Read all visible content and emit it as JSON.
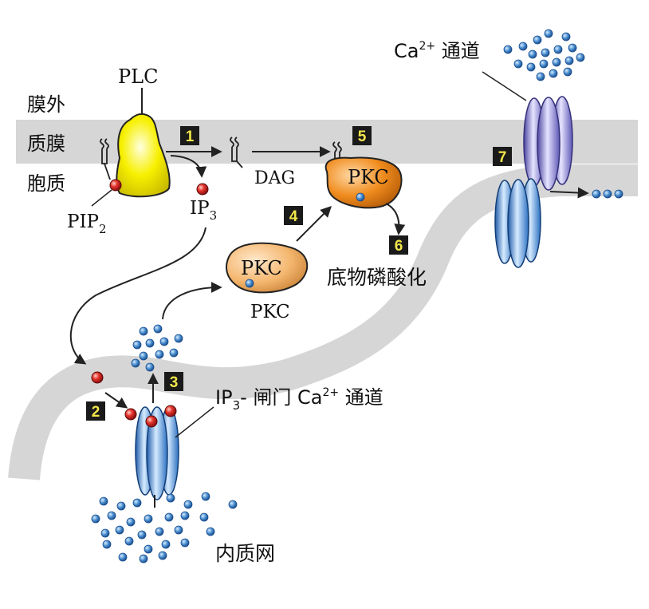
{
  "labels": {
    "plc": "PLC",
    "outside": "膜外",
    "membrane": "质膜",
    "cytoplasm": "胞质",
    "pip2_main": "PIP",
    "pip2_sub": "2",
    "ip3_main": "IP",
    "ip3_sub": "3",
    "dag": "DAG",
    "pkc_active": "PKC",
    "pkc_inactive": "PKC",
    "pkc_caption": "PKC",
    "phosphorylation": "底物磷酸化",
    "ip3_channel_main": "IP",
    "ip3_channel_sub": "3",
    "ip3_channel_rest": "- 闸门 Ca",
    "ip3_channel_sup": "2+",
    "ip3_channel_tail": " 通道",
    "ca_channel_main": "Ca",
    "ca_channel_sup": "2+",
    "ca_channel_tail": " 通道",
    "er": "内质网"
  },
  "steps": [
    "1",
    "2",
    "3",
    "4",
    "5",
    "6",
    "7"
  ],
  "colors": {
    "membrane": "#d6d6d6",
    "plc_fill": "#f7f000",
    "pkc_active": "#f08c1e",
    "pkc_inactive": "#f4b66e",
    "ip3_red": "#d9231f",
    "calcium": "#4a8fd0",
    "channel_blue": "#3d86d4",
    "channel_purple": "#7e78c8",
    "step_box": "#1a1a1a",
    "step_text": "#f2e64a"
  }
}
